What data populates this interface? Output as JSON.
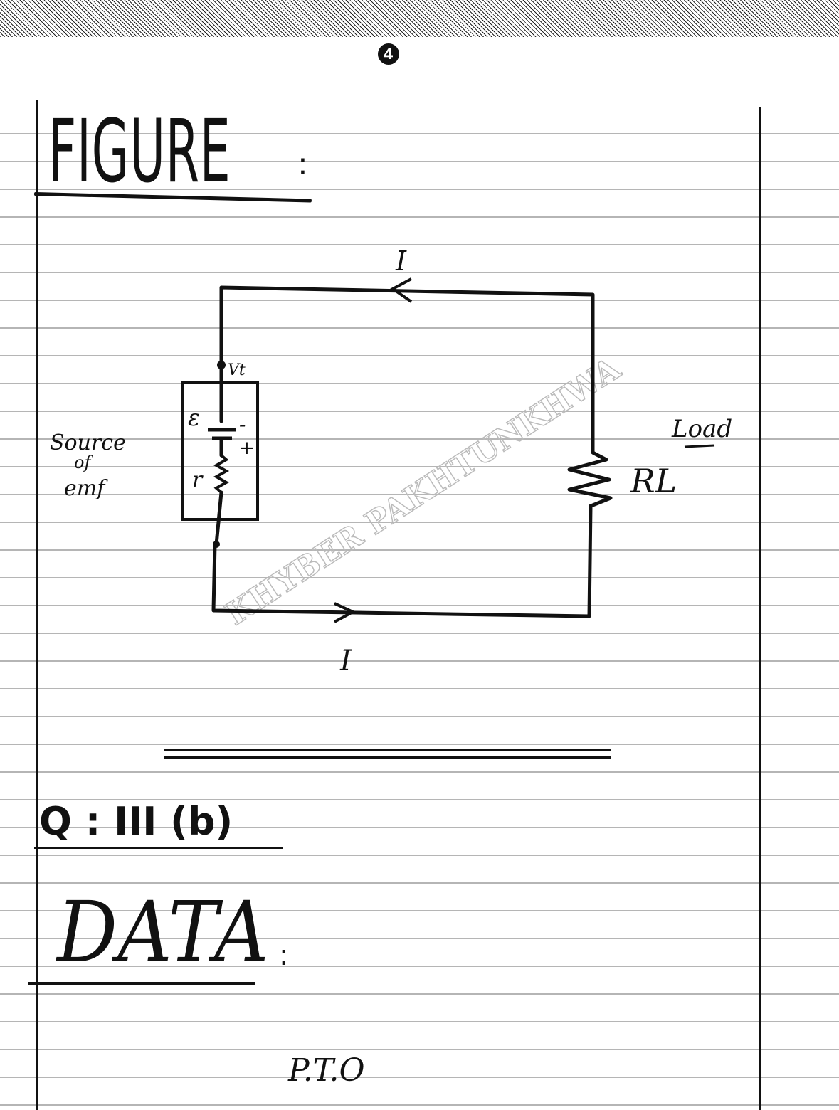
{
  "page": {
    "page_number": "4"
  },
  "figure": {
    "heading": "FIGURE",
    "heading_colon": ":",
    "current_label_top": "I",
    "current_label_bottom": "I",
    "terminal_voltage_label": "Vt",
    "emf_label": "ε",
    "internal_resistance_label": "r",
    "minus_sign": "-",
    "plus_sign": "+",
    "source_label_line1": "Source",
    "source_label_line2": "of",
    "source_label_line3": "emf",
    "load_label": "Load",
    "load_resistor_label": "RL",
    "watermark": "KHYBER PAKHTUNKHWA"
  },
  "question": {
    "label": "Q : III (b)"
  },
  "data_section": {
    "heading": "DATA",
    "heading_colon": ":"
  },
  "footer": {
    "note": "P.T.O"
  }
}
